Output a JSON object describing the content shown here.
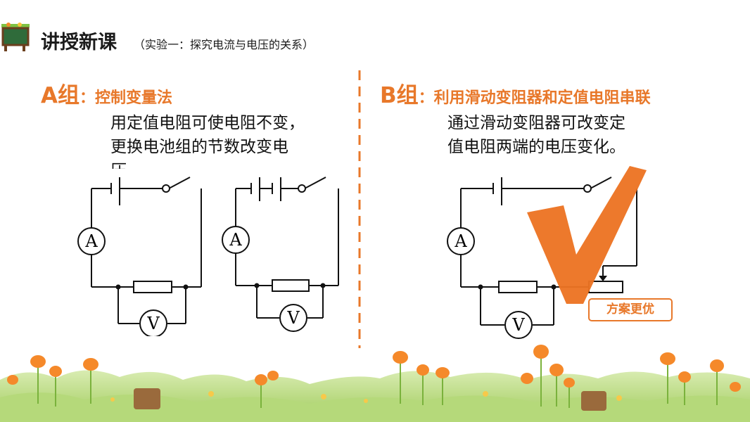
{
  "header": {
    "title": "讲授新课",
    "subtitle": "（实验一：探究电流与电压的关系）"
  },
  "group_a": {
    "label": "A组",
    "colon": "：",
    "method": "控制变量法",
    "desc_line1": "用定值电阻可使电阻不变，",
    "desc_line2": "更换电池组的节数改变电",
    "desc_line3": "压"
  },
  "group_b": {
    "label": "B组",
    "colon": "：",
    "method": "利用滑动变阻器和定值电阻串联",
    "desc_line1": "通过滑动变阻器可改变定",
    "desc_line2": "值电阻两端的电压变化。"
  },
  "meters": {
    "ammeter": "A",
    "voltmeter": "V"
  },
  "badge": "方案更优",
  "colors": {
    "accent": "#e8782a",
    "text": "#111111"
  }
}
